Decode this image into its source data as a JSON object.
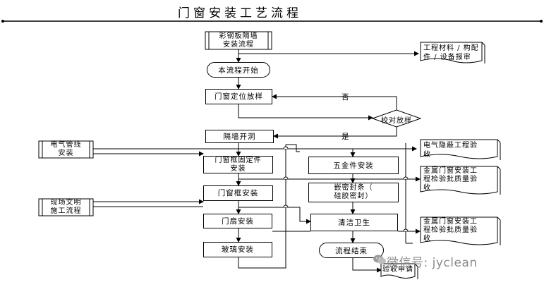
{
  "title": "门窗安装工艺流程",
  "nodes": {
    "partition_flow": "彩钢板隔墙\n安装流程",
    "material_report": "工程材料 / 构配\n件 / 设备报审",
    "start": "本流程开始",
    "positioning": "门窗定位放样",
    "check_positioning": "校对放样",
    "partition_opening": "隔墙开洞",
    "electric_pipe": "电气管线\n安装",
    "frame_fix": "门窗框固定件\n安装",
    "hardware": "五金件安装",
    "frame_install": "门窗框安装",
    "sealing": "嵌密封条（\n硅胶密封）",
    "site_flow": "现场文明\n施工流程",
    "sash_install": "门扇安装",
    "cleaning": "清洁卫生",
    "glass_install": "玻璃安装",
    "end": "流程结束",
    "acceptance_request": "验收申请",
    "electric_hidden": "电气隐蔽工程验\n收",
    "metal_inspection_1": "金属门窗安装工\n程检验批质量验\n收",
    "metal_inspection_2": "金属门窗安装工\n程检验批质量验\n收"
  },
  "labels": {
    "no": "否",
    "yes": "是"
  },
  "watermark": "微信号: jyclean",
  "icons": {
    "watermark": "wechat-icon"
  }
}
